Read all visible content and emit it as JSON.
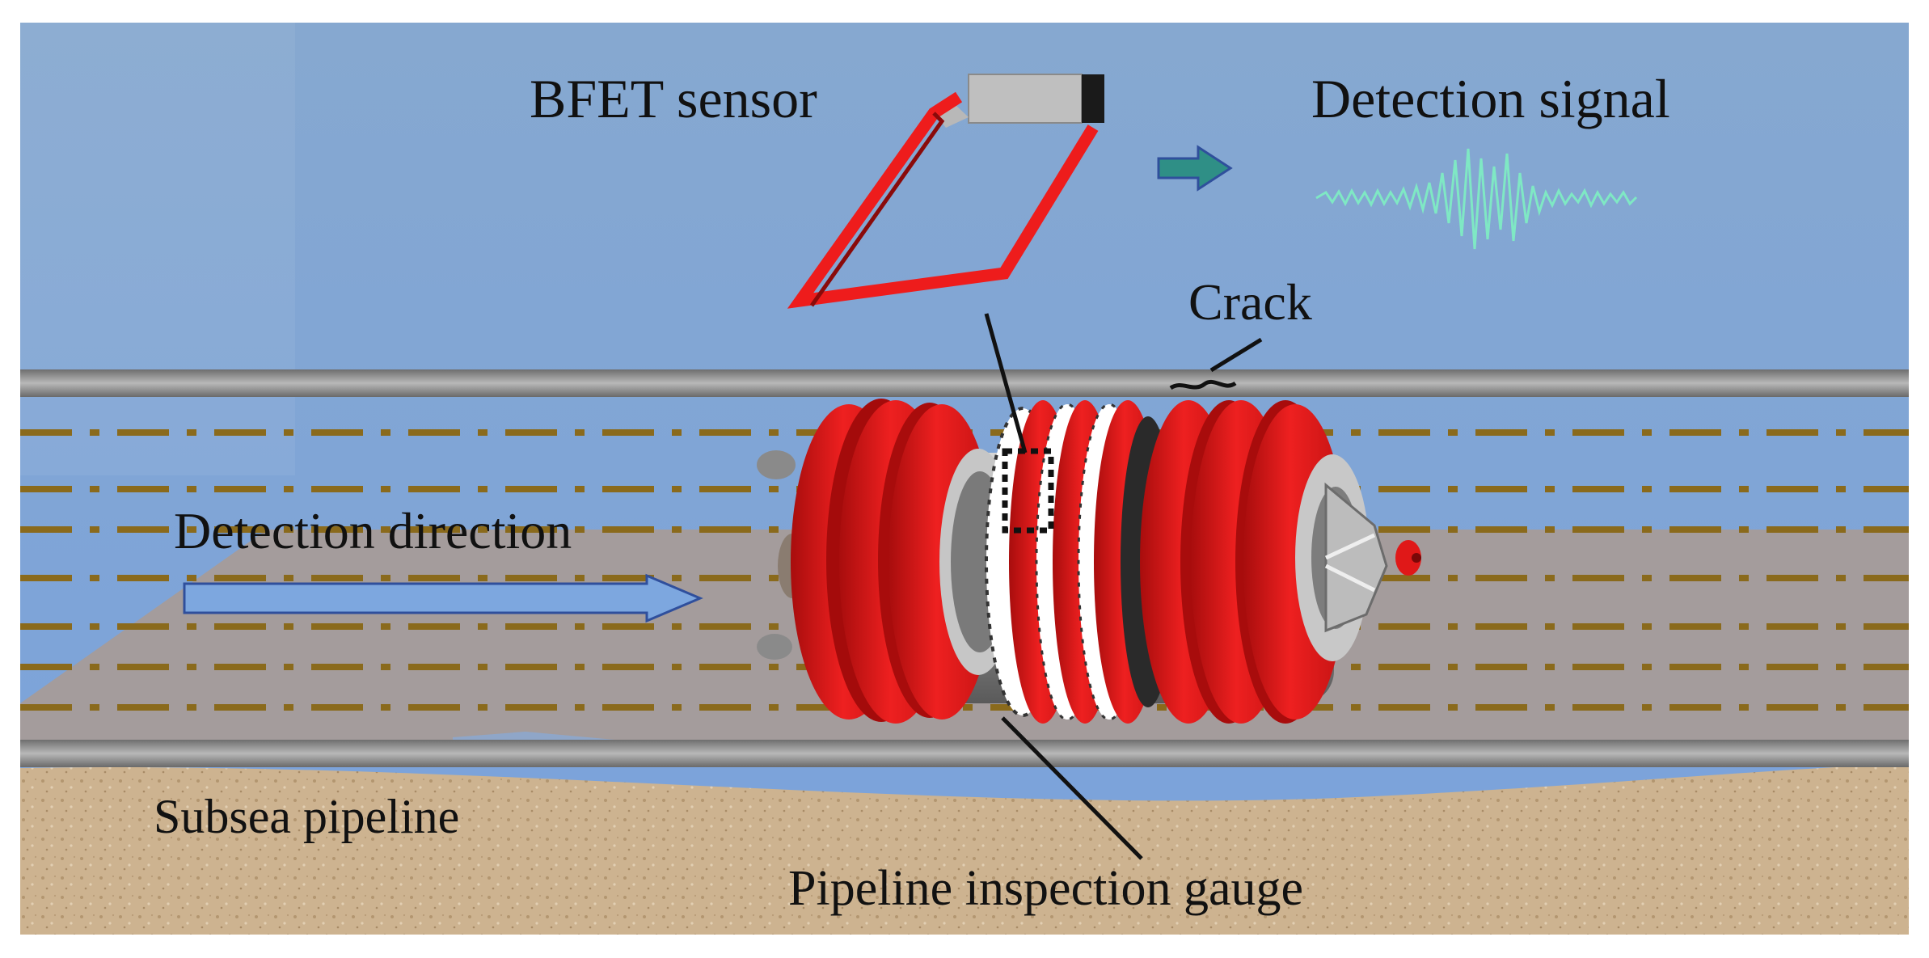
{
  "labels": {
    "sensor": "BFET sensor",
    "signal": "Detection signal",
    "crack": "Crack",
    "direction": "Detection direction",
    "pipeline": "Subsea pipeline",
    "gauge": "Pipeline inspection gauge"
  },
  "colors": {
    "water": "#7ea6dc",
    "pipe_wall": "#8d8d8d",
    "pipe_interior": "#a8a0a0",
    "seabed": "#c9b08f",
    "gauge_red": "#e01818",
    "sensor_red": "#ee1c1c",
    "signal": "#7fe8c4",
    "center_line": "#8a6a1c",
    "arrow_fill": "#7da7df",
    "arrow_stroke": "#2f4f9c",
    "small_arrow": "#2f8f86"
  }
}
